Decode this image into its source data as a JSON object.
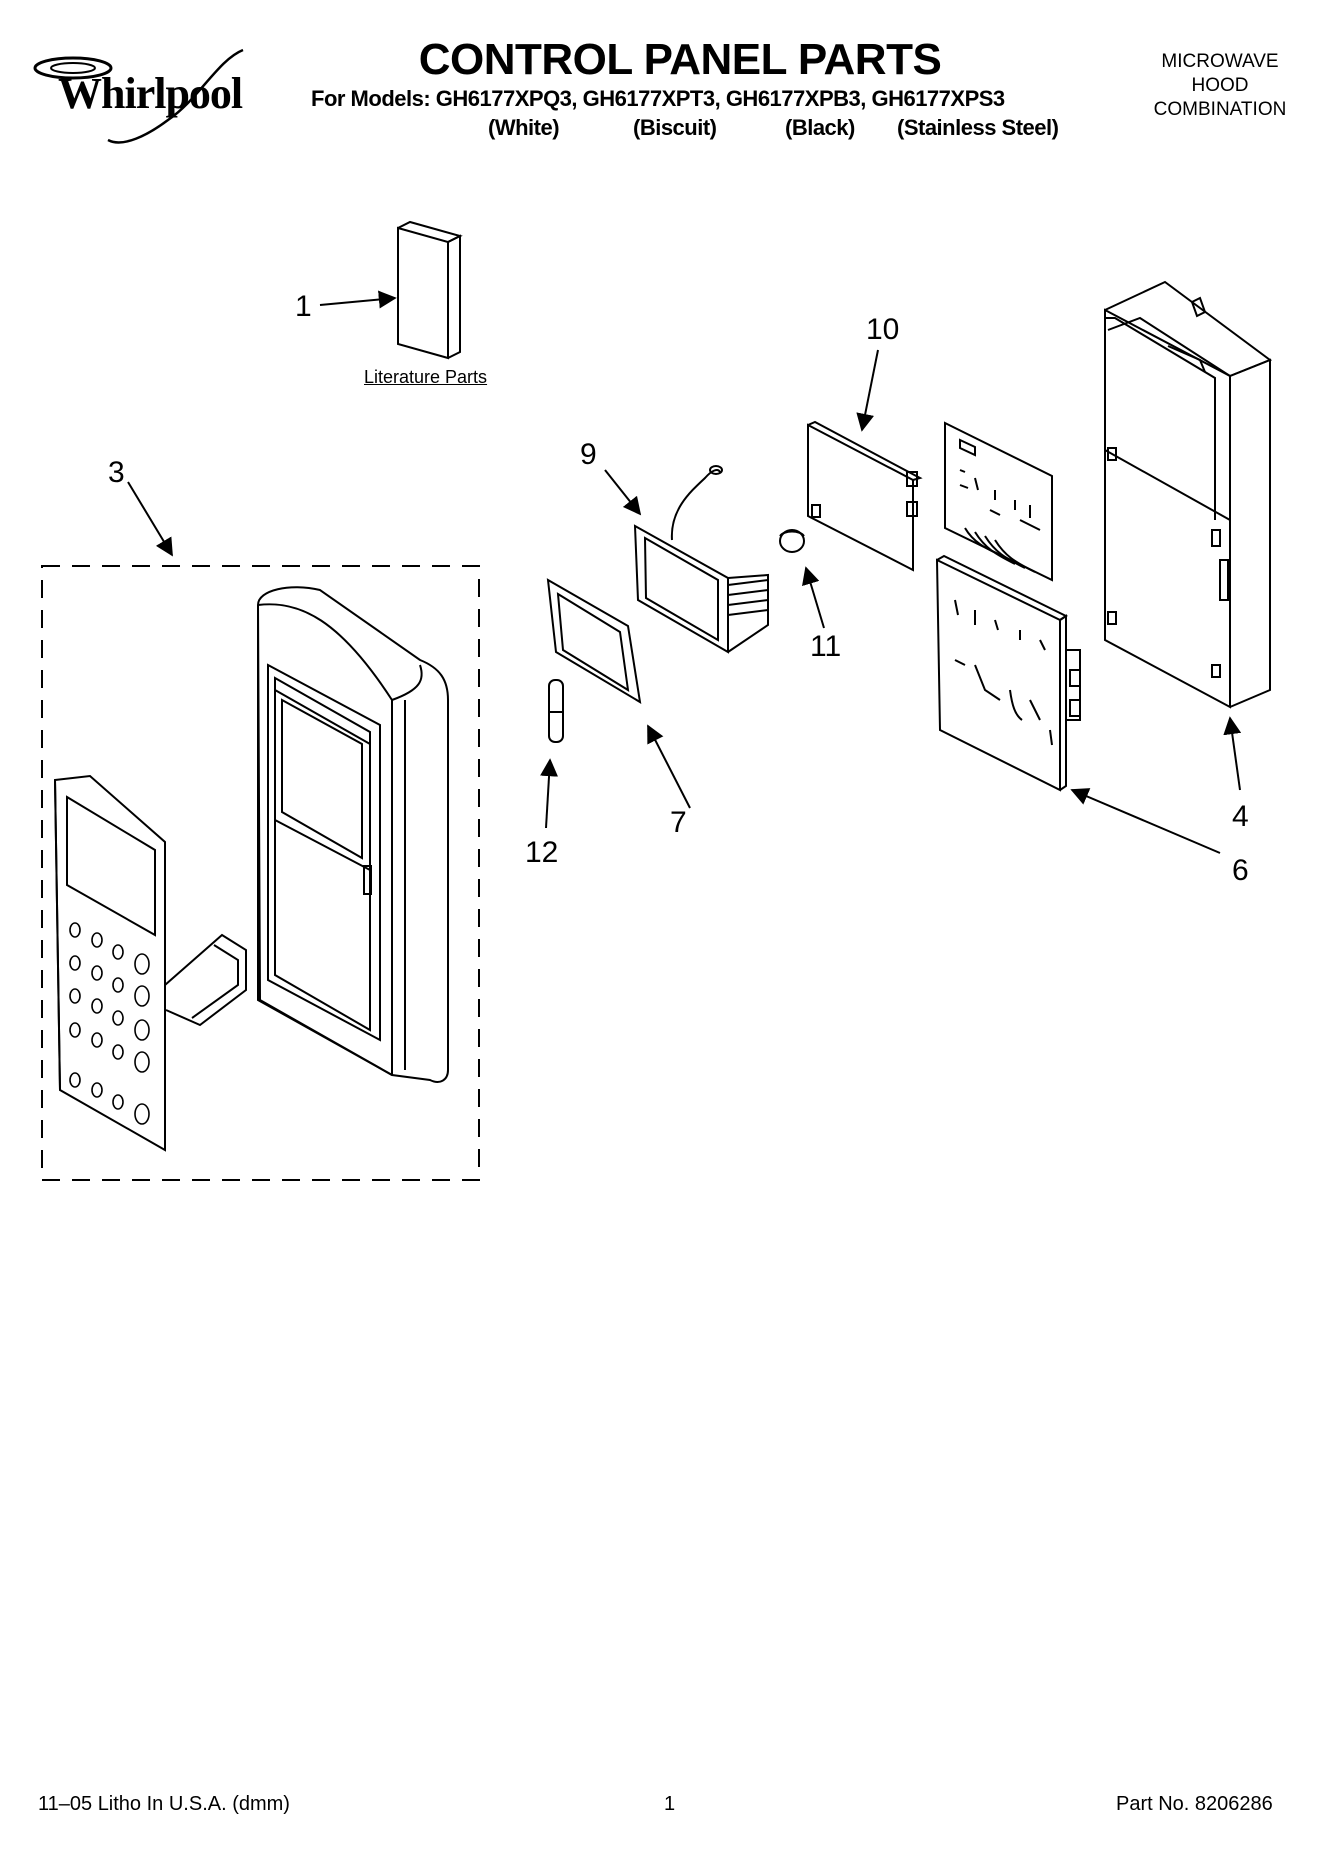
{
  "brand": {
    "logo_text": "Whirlpool"
  },
  "header": {
    "title": "CONTROL PANEL PARTS",
    "models_line": "For Models: GH6177XPQ3, GH6177XPT3, GH6177XPB3, GH6177XPS3",
    "finishes": [
      "(White)",
      "(Biscuit)",
      "(Black)",
      "(Stainless Steel)"
    ],
    "product_type": [
      "MICROWAVE",
      "HOOD",
      "COMBINATION"
    ]
  },
  "diagram": {
    "literature_label": "Literature Parts",
    "callouts": [
      "1",
      "3",
      "9",
      "10",
      "11",
      "12",
      "7",
      "4",
      "6"
    ]
  },
  "footer": {
    "print_info": "11–05 Litho In U.S.A. (dmm)",
    "page_number": "1",
    "part_number": "Part No. 8206286"
  }
}
